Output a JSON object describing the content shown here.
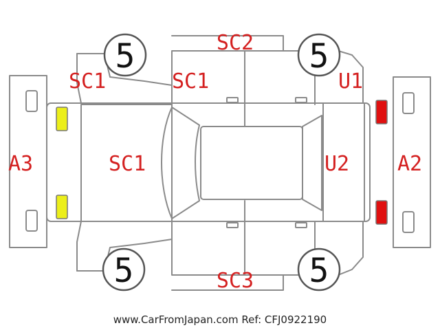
{
  "colors": {
    "outline": "#8a8a8a",
    "code_red": "#d42020",
    "front_lamp_fill": "#e01010",
    "rear_lamp_fill": "#ecef1a"
  },
  "damage_codes": {
    "roof": "SC2",
    "left_front_fender": "SC1",
    "left_front_door": "SC1",
    "hood": "SC1",
    "front_bumper": "A3",
    "rear_bumper": "A2",
    "right_rear_fender": "U1",
    "rear_hatch": "U2",
    "bottom_side": "SC3"
  },
  "tires": {
    "front_left": "5",
    "rear_left": "5",
    "front_right": "5",
    "rear_right": "5"
  },
  "footer": {
    "watermark": "www.CarFromJapan.com Ref: CFJ0922190"
  }
}
